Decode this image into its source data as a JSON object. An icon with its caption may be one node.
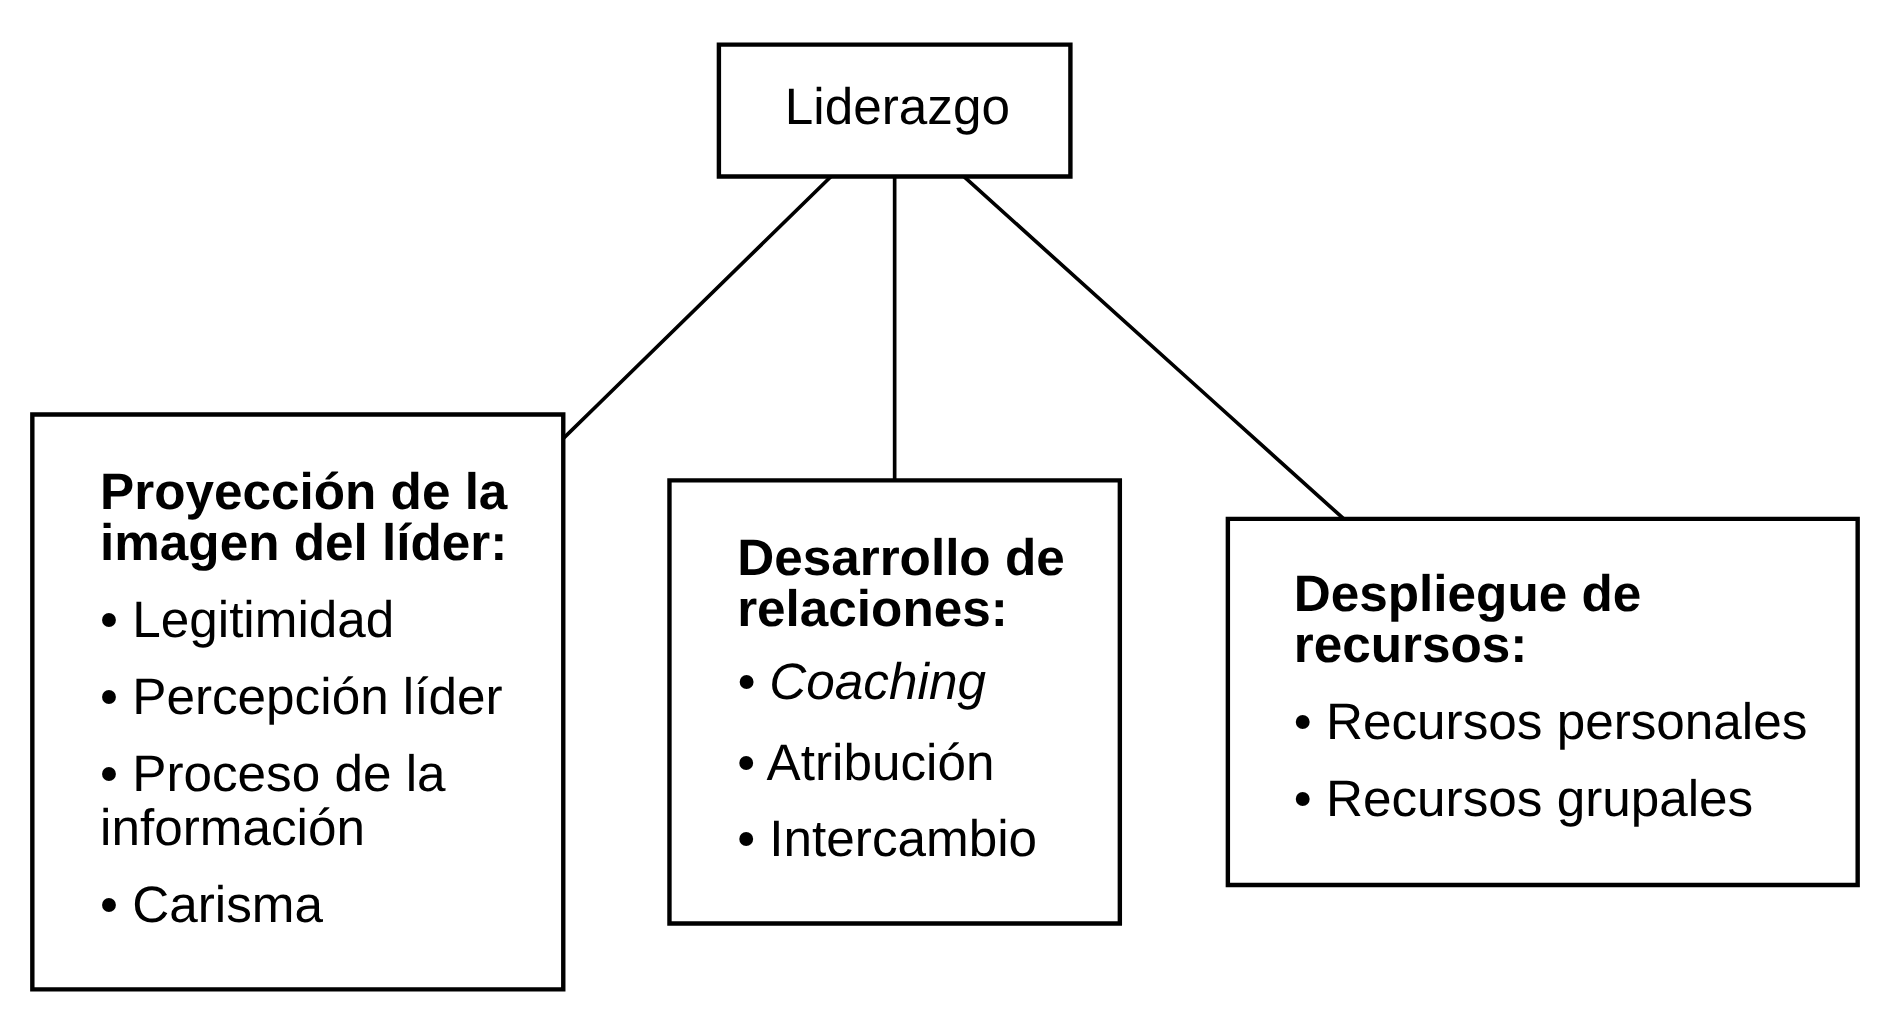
{
  "diagram": {
    "nodes": [
      {
        "text": [
          "Liderazgo"
        ]
      },
      {
        "text": [
          "Proyección de la imagen del líder:",
          "• Legitimidad",
          "• Percepción líder",
          "• Proceso de la información",
          "• Carisma"
        ]
      },
      {
        "text": [
          "Desarrollo de relaciones:",
          "• Coaching",
          "• Atribución",
          "• Intercambio"
        ]
      },
      {
        "text": [
          "Despliegue de recursos:",
          "• Recursos personales",
          "• Recursos grupales"
        ]
      }
    ],
    "edges": [
      {
        "from": 0,
        "to": 1,
        "arrow": "none"
      },
      {
        "from": 0,
        "to": 2,
        "arrow": "none"
      },
      {
        "from": 0,
        "to": 3,
        "arrow": "none"
      }
    ]
  }
}
